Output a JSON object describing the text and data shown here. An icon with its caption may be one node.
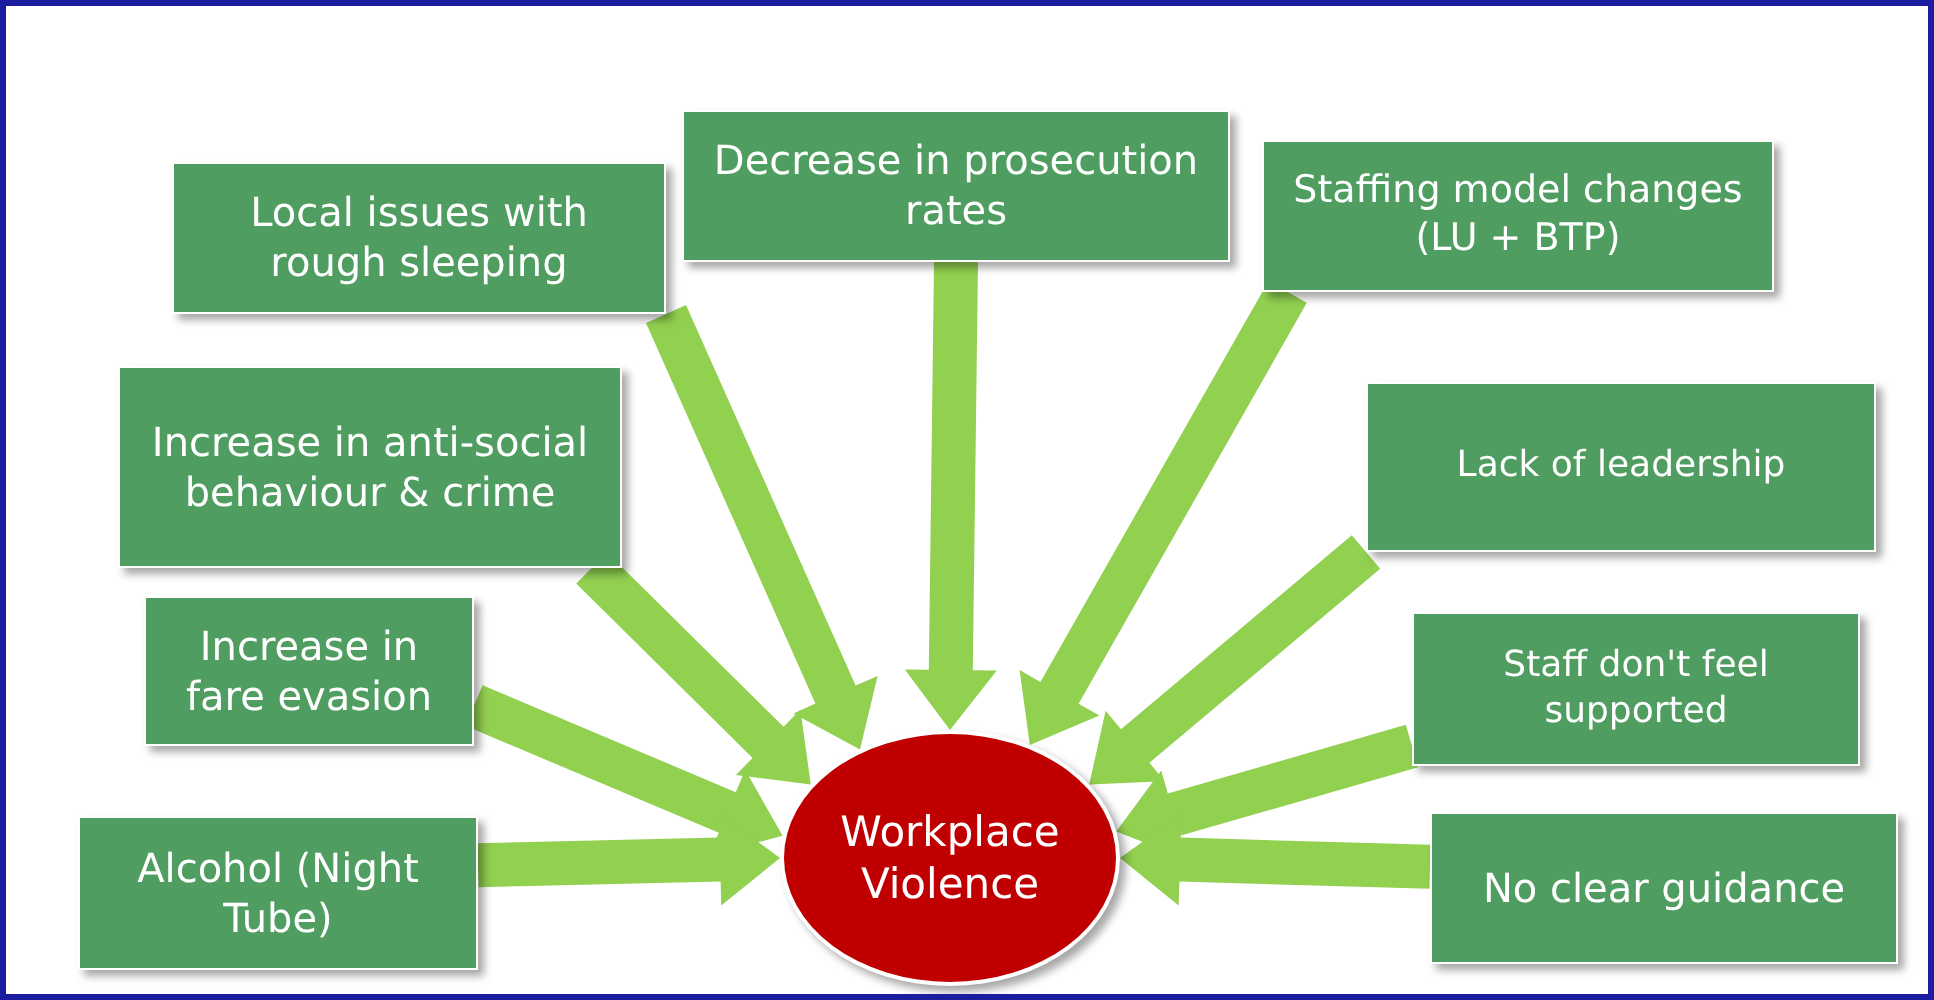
{
  "diagram": {
    "nodes": [
      {
        "text": [
          "Local issues with rough sleeping"
        ]
      },
      {
        "text": [
          "Decrease in prosecution rates"
        ]
      },
      {
        "text": [
          "Staffing model changes  (LU + BTP)"
        ]
      },
      {
        "text": [
          "Increase in anti-social behaviour & crime"
        ]
      },
      {
        "text": [
          "Lack of leadership"
        ]
      },
      {
        "text": [
          "Increase in fare evasion"
        ]
      },
      {
        "text": [
          "Staff don't feel supported"
        ]
      },
      {
        "text": [
          "Alcohol (Night Tube)"
        ]
      },
      {
        "text": [
          "No clear guidance"
        ]
      },
      {
        "text": [
          "Workplace Violence"
        ]
      }
    ],
    "edges": [
      {
        "from": 0,
        "to": 9,
        "arrow": "to"
      },
      {
        "from": 1,
        "to": 9,
        "arrow": "to"
      },
      {
        "from": 2,
        "to": 9,
        "arrow": "to"
      },
      {
        "from": 3,
        "to": 9,
        "arrow": "to"
      },
      {
        "from": 4,
        "to": 9,
        "arrow": "to"
      },
      {
        "from": 5,
        "to": 9,
        "arrow": "to"
      },
      {
        "from": 6,
        "to": 9,
        "arrow": "to"
      },
      {
        "from": 7,
        "to": 9,
        "arrow": "to"
      },
      {
        "from": 8,
        "to": 9,
        "arrow": "to"
      }
    ]
  }
}
